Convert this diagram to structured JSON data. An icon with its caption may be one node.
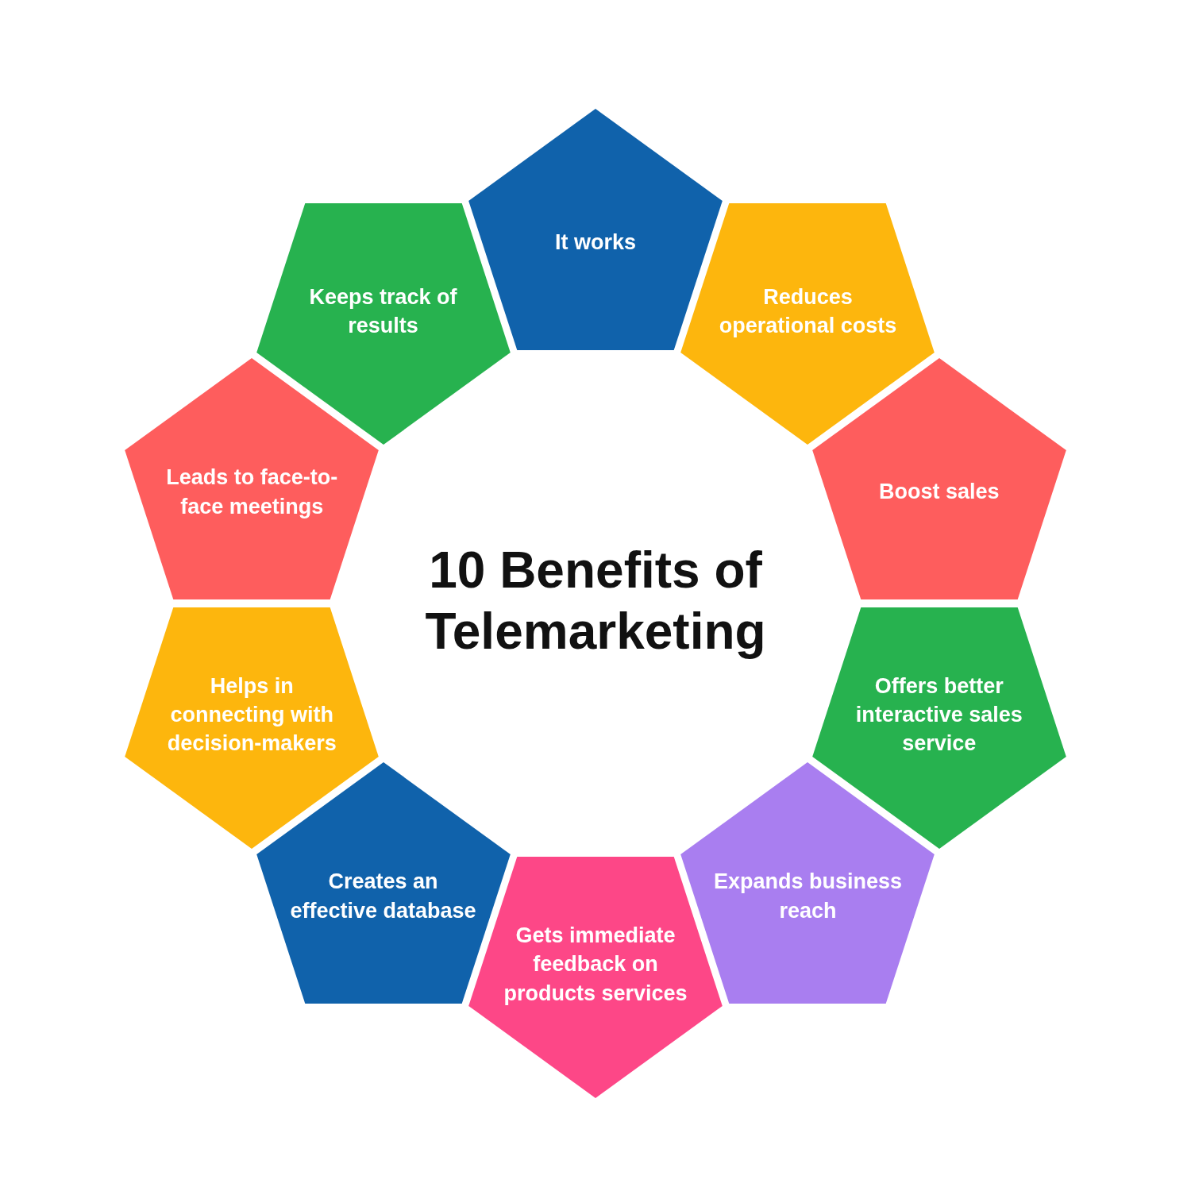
{
  "diagram": {
    "title": "10 Benefits of Telemarketing",
    "nodes": [
      {
        "text": [
          "It works"
        ]
      },
      {
        "text": [
          "Reduces operational costs"
        ]
      },
      {
        "text": [
          "Boost sales"
        ]
      },
      {
        "text": [
          "Offers better interactive sales service"
        ]
      },
      {
        "text": [
          "Expands business reach"
        ]
      },
      {
        "text": [
          "Gets immediate feedback on products services"
        ]
      },
      {
        "text": [
          "Creates an effective database"
        ]
      },
      {
        "text": [
          "Helps in connecting with decision-makers"
        ]
      },
      {
        "text": [
          "Leads to face-to-face meetings"
        ]
      },
      {
        "text": [
          "Keeps track of results"
        ]
      }
    ]
  }
}
